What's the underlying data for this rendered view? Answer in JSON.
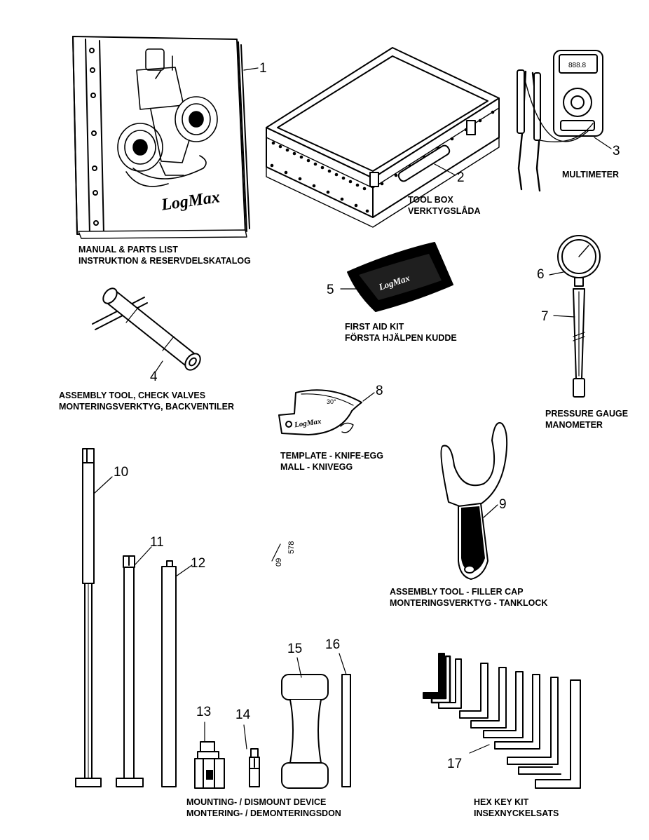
{
  "drawing_code": {
    "sheet": "09",
    "number": "578"
  },
  "logo_text": "LogMax",
  "multimeter_display": "888.8",
  "template_angle": "30°",
  "items": [
    {
      "num": "1",
      "lines": [
        "MANUAL & PARTS LIST",
        "INSTRUKTION & RESERVDELSKATALOG"
      ]
    },
    {
      "num": "2",
      "lines": [
        "TOOL BOX",
        "VERKTYGSLÅDA"
      ]
    },
    {
      "num": "3",
      "lines": [
        "MULTIMETER"
      ]
    },
    {
      "num": "4",
      "lines": [
        "ASSEMBLY TOOL, CHECK VALVES",
        "MONTERINGSVERKTYG,  BACKVENTILER"
      ]
    },
    {
      "num": "5",
      "lines": [
        "FIRST AID KIT",
        "FÖRSTA HJÄLPEN KUDDE"
      ]
    },
    {
      "num": "6",
      "lines": [
        "PRESSURE GAUGE",
        "MANOMETER"
      ]
    },
    {
      "num": "7",
      "lines": []
    },
    {
      "num": "8",
      "lines": [
        "TEMPLATE - KNIFE-EGG",
        "MALL - KNIVEGG"
      ]
    },
    {
      "num": "9",
      "lines": [
        "ASSEMBLY TOOL -  FILLER CAP",
        "MONTERINGSVERKTYG - TANKLOCK"
      ]
    },
    {
      "num": "10",
      "lines": []
    },
    {
      "num": "11",
      "lines": []
    },
    {
      "num": "12",
      "lines": []
    },
    {
      "num": "13",
      "lines": [
        "MOUNTING- / DISMOUNT DEVICE",
        "MONTERING- / DEMONTERINGSDON"
      ]
    },
    {
      "num": "14",
      "lines": []
    },
    {
      "num": "15",
      "lines": []
    },
    {
      "num": "16",
      "lines": []
    },
    {
      "num": "17",
      "lines": [
        "HEX KEY KIT",
        "INSEXNYCKELSATS"
      ]
    }
  ]
}
